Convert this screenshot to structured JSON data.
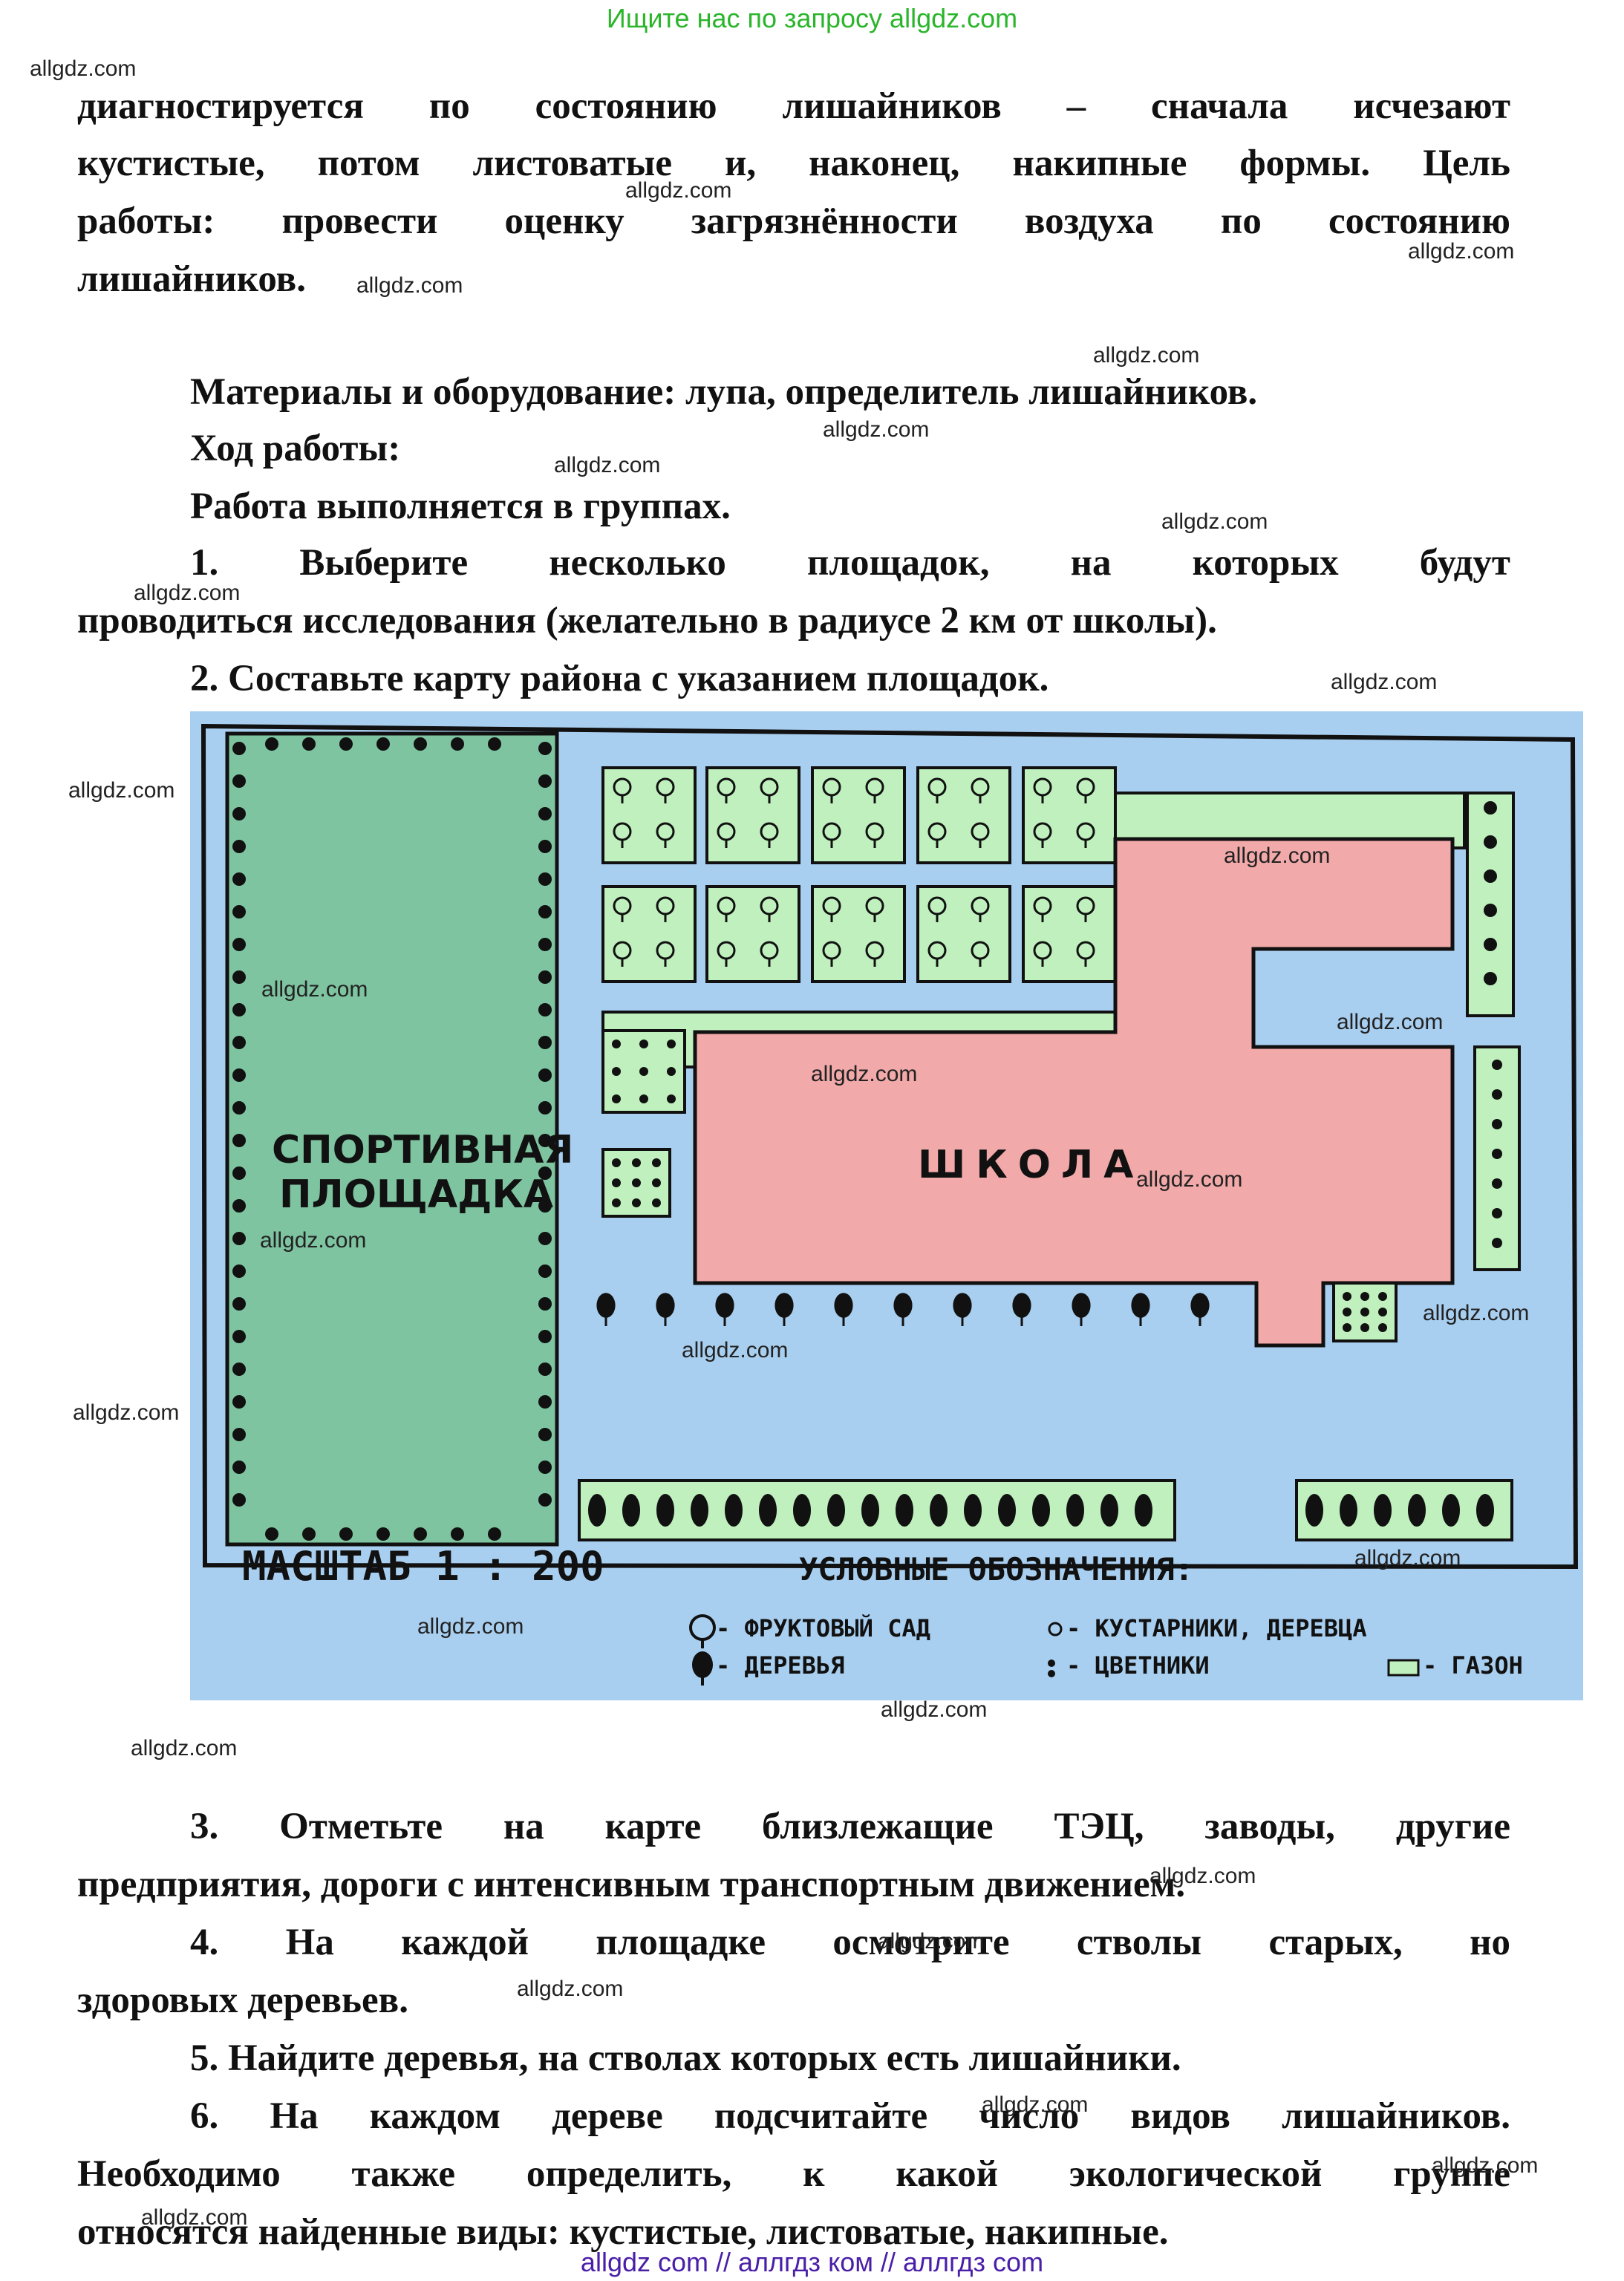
{
  "banner": "Ищите нас по запросу allgdz.com",
  "watermark": "allgdz.com",
  "paragraph_intro": [
    "диагностируется по состоянию лишайников – сначала исчезают",
    "кустистые, потом листоватые и, наконец, накипные формы. Цель",
    "работы: провести оценку загрязнённости воздуха по состоянию",
    "лишайников."
  ],
  "materials": "Материалы и оборудование: лупа, определитель лишайников.",
  "procedure_heading": "Ход работы:",
  "group_note": "Работа выполняется в группах.",
  "steps": {
    "s1_line1": "1.      Выберите несколько площадок, на которых будут",
    "s1_line2": "проводиться исследования (желательно в радиусе 2 км от школы).",
    "s2": "2.      Составьте карту района с указанием площадок.",
    "s3_line1": "3.      Отметьте на карте близлежащие ТЭЦ, заводы, другие",
    "s3_line2": "предприятия, дороги с интенсивным транспортным движением.",
    "s4_line1": "4.      На каждой площадке осмотрите стволы старых, но",
    "s4_line2": "здоровых деревьев.",
    "s5": "5.      Найдите деревья, на стволах которых есть лишайники.",
    "s6_line1": "6.      На каждом дереве подсчитайте число видов лишайников.",
    "s6_line2": "Необходимо также определить, к какой экологической группе",
    "s6_line3": "относятся найденные виды: кустистые, листоватые, накипные."
  },
  "map": {
    "school_label": "ШКОЛА",
    "sports_label_1": "СПОРТИВНАЯ",
    "sports_label_2": "ПЛОЩАДКА",
    "scale_label": "МАСШТАБ 1 : 200",
    "legend_title": "УСЛОВНЫЕ ОБОЗНАЧЕНИЯ:",
    "legend": {
      "orchard": "- ФРУКТОВЫЙ САД",
      "trees": "- ДЕРЕВЬЯ",
      "shrubs": "- КУСТАРНИКИ, ДЕРЕВЦА",
      "flowerbeds": "- ЦВЕТНИКИ",
      "lawn": "- ГАЗОН"
    },
    "colors": {
      "background": "#a9cff0",
      "school": "#f2a9a9",
      "lawn": "#bff0bd",
      "sports": "#7ec4a0",
      "outline": "#111111"
    }
  },
  "footer_links": "allgdz com  //  аллгдз ком  //  аллгдз com"
}
